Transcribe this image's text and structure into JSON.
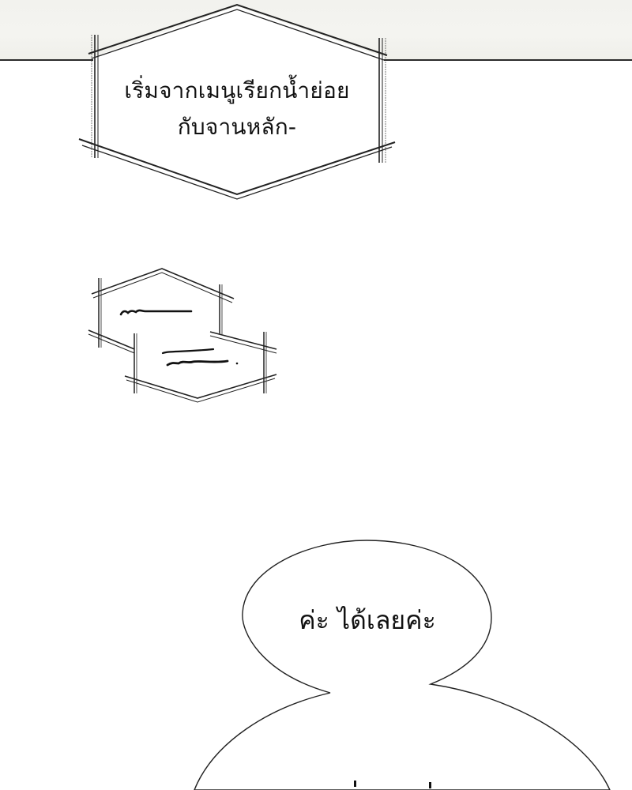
{
  "page": {
    "type": "comic-panel",
    "background": "#ffffff",
    "top_panel_color": "#f3f3ef"
  },
  "narration_box": {
    "shape": "hexagon-double-line",
    "lines": [
      "เริ่มจากเมนูเรียกน้ำย่อย",
      "กับจานหลัก-"
    ]
  },
  "mumble_boxes": {
    "shape": "overlapping-hexagons",
    "count": 2,
    "content": "scribble-lines"
  },
  "speech_bubble": {
    "shape": "round-linked-bubbles",
    "text": "ค่ะ ได้เลยค่ะ",
    "continued_text_visible": "cut-off tone marks only"
  },
  "colors": {
    "ink": "#111111",
    "outline": "#2a2a2a"
  }
}
